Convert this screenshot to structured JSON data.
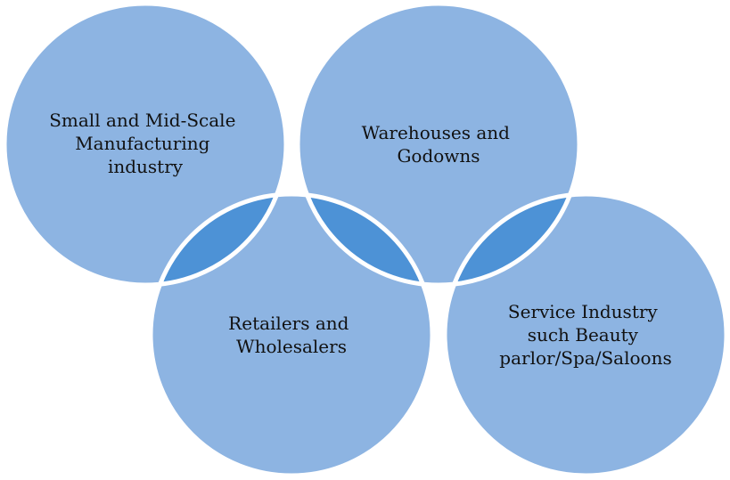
{
  "diagram": {
    "type": "overlapping-circles",
    "colors": {
      "circle": "#8db4e2",
      "overlap": "#4d92d6",
      "outline": "#ffffff",
      "text": "#111111"
    },
    "circles": [
      {
        "id": "manufacturing",
        "lines": [
          "Small and Mid-Scale",
          "Manufacturing",
          "industry"
        ]
      },
      {
        "id": "warehouses",
        "lines": [
          "Warehouses and",
          "Godowns"
        ]
      },
      {
        "id": "retailers",
        "lines": [
          "Retailers and",
          "Wholesalers"
        ]
      },
      {
        "id": "service",
        "lines": [
          "Service Industry",
          "such Beauty",
          "parlor/Spa/Saloons"
        ]
      }
    ]
  }
}
